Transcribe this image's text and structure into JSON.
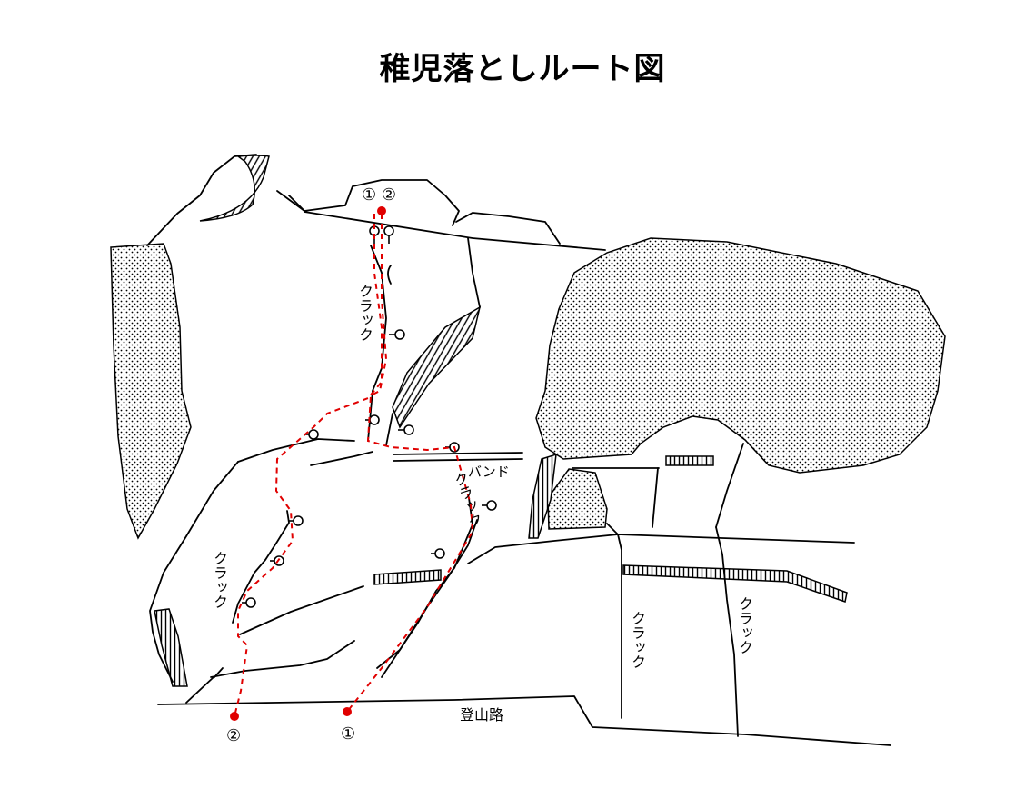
{
  "title": "稚児落としルート図",
  "routes": [
    {
      "id": "route-1",
      "label": "①",
      "color": "#e00000"
    },
    {
      "id": "route-2",
      "label": "②",
      "color": "#e00000"
    }
  ],
  "summit_label": "① ②",
  "crack_labels": {
    "upper_center": "クラック",
    "lower_left": "クラック",
    "band_crack": "クラック",
    "bottom_right_a": "クラック",
    "bottom_right_b": "クラック"
  },
  "band_label": "バンド",
  "trail_label": "登山路",
  "colors": {
    "line": "#000000",
    "route": "#e00000",
    "background": "#ffffff"
  }
}
